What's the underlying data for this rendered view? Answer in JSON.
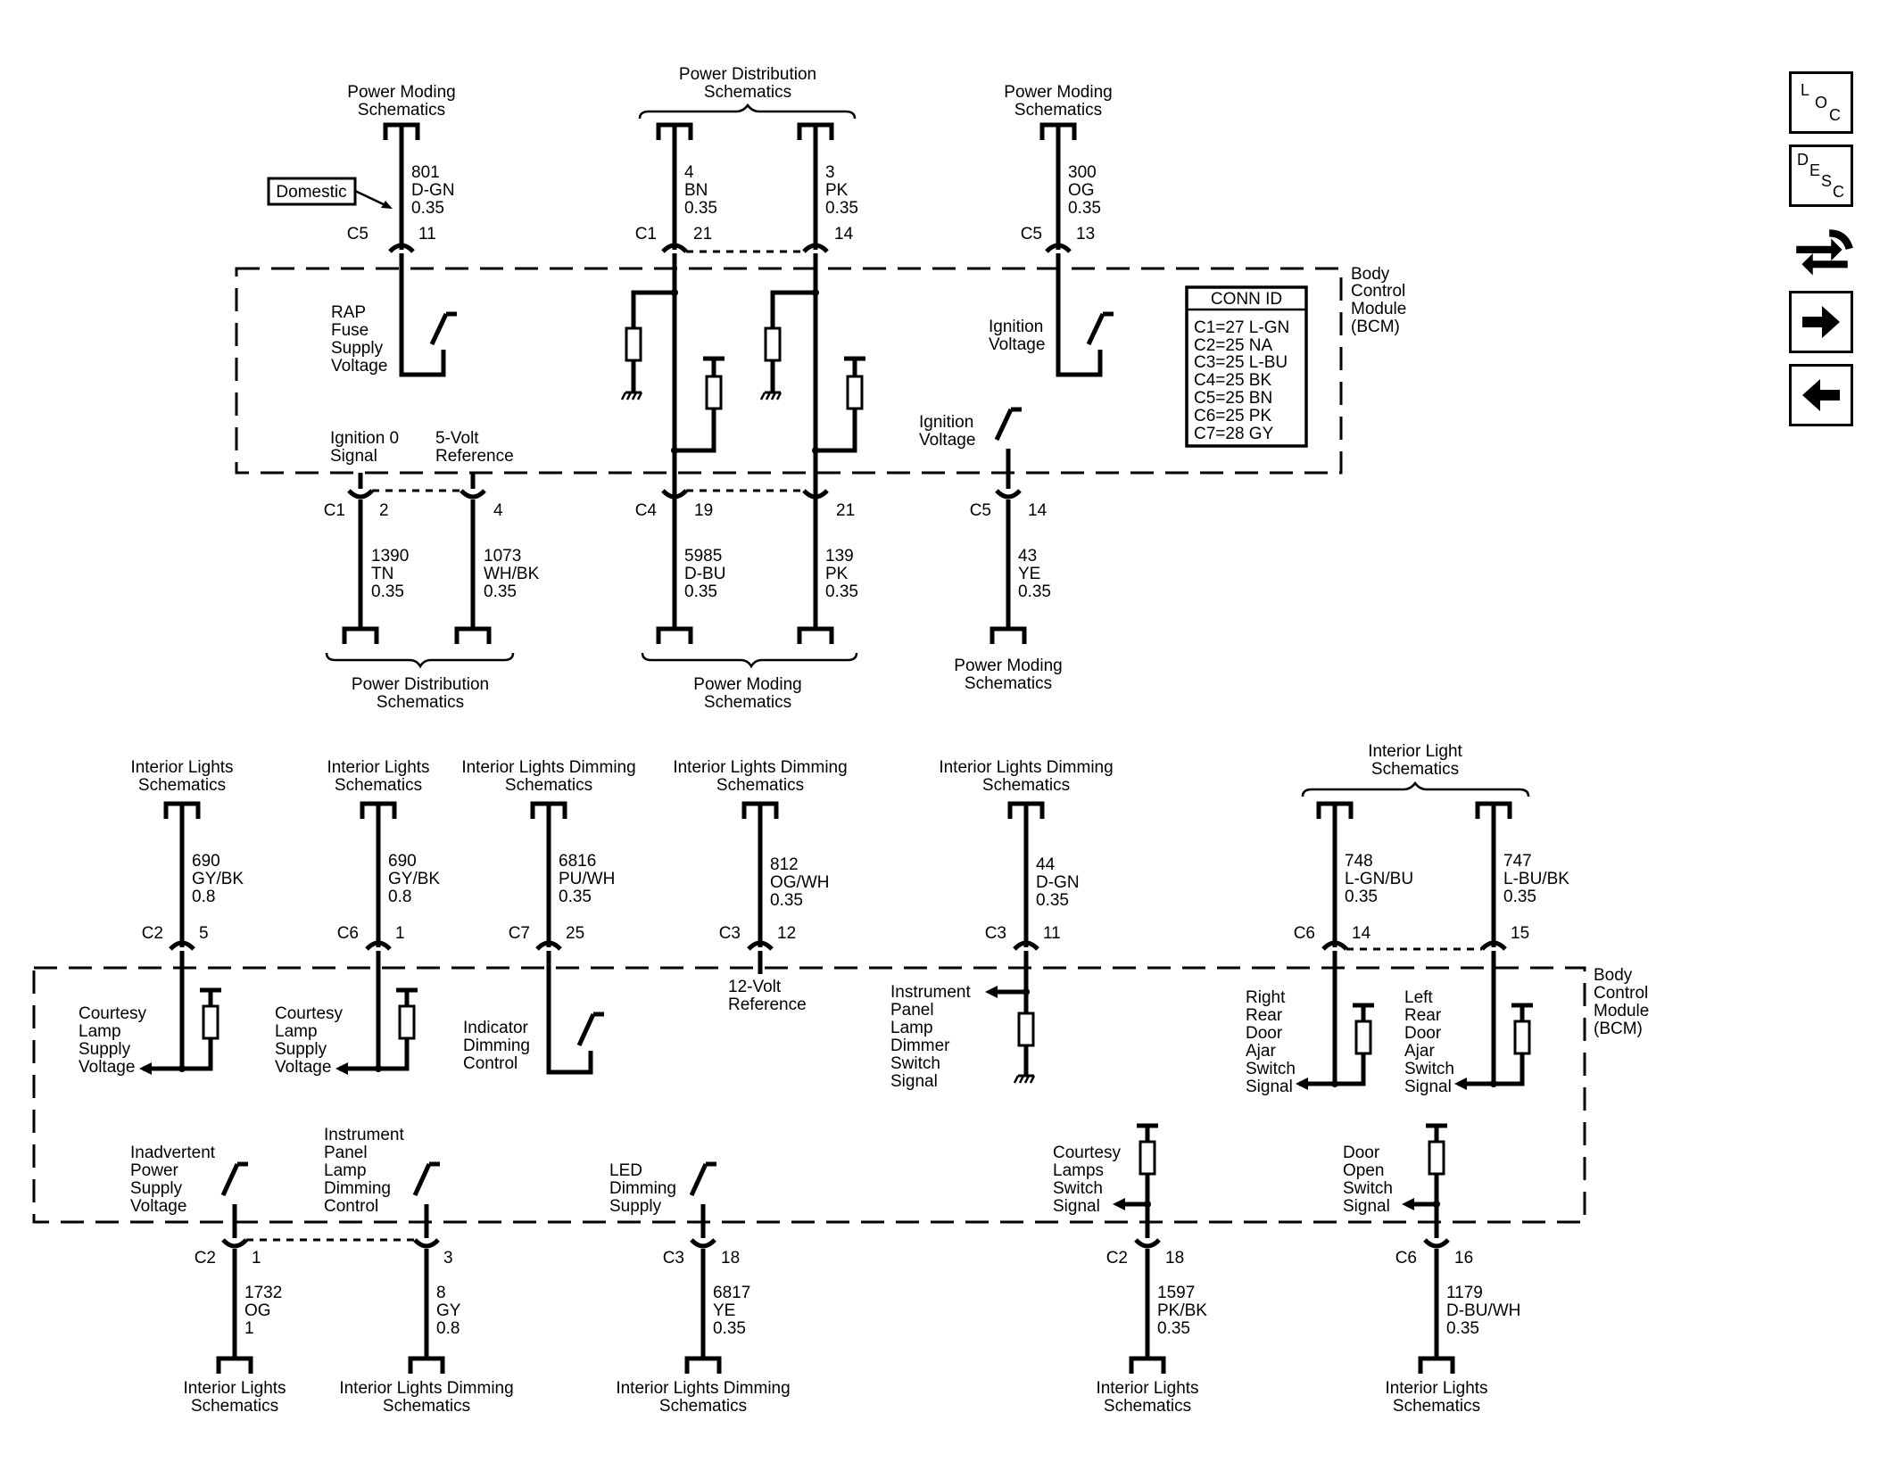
{
  "box_labels": {
    "top": [
      "Body",
      "Control",
      "Module",
      "(BCM)"
    ],
    "bottom": [
      "Body",
      "Control",
      "Module",
      "(BCM)"
    ]
  },
  "conn_id": {
    "title": "CONN ID",
    "rows": [
      "C1=27 L-GN",
      "C2=25 NA",
      "C3=25 L-BU",
      "C4=25 BK",
      "C5=25 BN",
      "C6=25 PK",
      "C7=28 GY"
    ]
  },
  "domestic_tag": "Domestic",
  "groups": [
    {
      "lines": [
        "Power Moding",
        "Schematics"
      ]
    },
    {
      "lines": [
        "Power Distribution",
        "Schematics"
      ]
    },
    {
      "lines": [
        "Power Moding",
        "Schematics"
      ]
    },
    {
      "lines": [
        "Power Distribution",
        "Schematics"
      ]
    },
    {
      "lines": [
        "Power Moding",
        "Schematics"
      ]
    },
    {
      "lines": [
        "Power Moding",
        "Schematics"
      ]
    },
    {
      "lines": [
        "Interior Lights",
        "Schematics"
      ]
    },
    {
      "lines": [
        "Interior Lights",
        "Schematics"
      ]
    },
    {
      "lines": [
        "Interior Lights Dimming",
        "Schematics"
      ]
    },
    {
      "lines": [
        "Interior Lights Dimming",
        "Schematics"
      ]
    },
    {
      "lines": [
        "Interior Lights Dimming",
        "Schematics"
      ]
    },
    {
      "lines": [
        "Interior Light",
        "Schematics"
      ]
    },
    {
      "lines": [
        "Interior Lights",
        "Schematics"
      ]
    },
    {
      "lines": [
        "Interior Lights Dimming",
        "Schematics"
      ]
    },
    {
      "lines": [
        "Interior Lights Dimming",
        "Schematics"
      ]
    },
    {
      "lines": [
        "Interior Lights",
        "Schematics"
      ]
    },
    {
      "lines": [
        "Interior Lights",
        "Schematics"
      ]
    }
  ],
  "circuits": [
    {
      "conn": "C5",
      "pin": "11",
      "wire": [
        "801",
        "D-GN",
        "0.35"
      ]
    },
    {
      "conn": "C1",
      "pin": "21",
      "wire": [
        "4",
        "BN",
        "0.35"
      ]
    },
    {
      "conn": "",
      "pin": "14",
      "wire": [
        "3",
        "PK",
        "0.35"
      ]
    },
    {
      "conn": "C5",
      "pin": "13",
      "wire": [
        "300",
        "OG",
        "0.35"
      ]
    },
    {
      "conn": "C1",
      "pin": "2",
      "wire": [
        "1390",
        "TN",
        "0.35"
      ]
    },
    {
      "conn": "",
      "pin": "4",
      "wire": [
        "1073",
        "WH/BK",
        "0.35"
      ]
    },
    {
      "conn": "C4",
      "pin": "19",
      "wire": [
        "5985",
        "D-BU",
        "0.35"
      ]
    },
    {
      "conn": "",
      "pin": "21",
      "wire": [
        "139",
        "PK",
        "0.35"
      ]
    },
    {
      "conn": "C5",
      "pin": "14",
      "wire": [
        "43",
        "YE",
        "0.35"
      ]
    },
    {
      "conn": "C2",
      "pin": "5",
      "wire": [
        "690",
        "GY/BK",
        "0.8"
      ]
    },
    {
      "conn": "C6",
      "pin": "1",
      "wire": [
        "690",
        "GY/BK",
        "0.8"
      ]
    },
    {
      "conn": "C7",
      "pin": "25",
      "wire": [
        "6816",
        "PU/WH",
        "0.35"
      ]
    },
    {
      "conn": "C3",
      "pin": "12",
      "wire": [
        "812",
        "OG/WH",
        "0.35"
      ]
    },
    {
      "conn": "C3",
      "pin": "11",
      "wire": [
        "44",
        "D-GN",
        "0.35"
      ]
    },
    {
      "conn": "C6",
      "pin": "14",
      "wire": [
        "748",
        "L-GN/BU",
        "0.35"
      ]
    },
    {
      "conn": "",
      "pin": "15",
      "wire": [
        "747",
        "L-BU/BK",
        "0.35"
      ]
    },
    {
      "conn": "C2",
      "pin": "1",
      "wire": [
        "1732",
        "OG",
        "1"
      ]
    },
    {
      "conn": "",
      "pin": "3",
      "wire": [
        "8",
        "GY",
        "0.8"
      ]
    },
    {
      "conn": "C3",
      "pin": "18",
      "wire": [
        "6817",
        "YE",
        "0.35"
      ]
    },
    {
      "conn": "C2",
      "pin": "18",
      "wire": [
        "1597",
        "PK/BK",
        "0.35"
      ]
    },
    {
      "conn": "C6",
      "pin": "16",
      "wire": [
        "1179",
        "D-BU/WH",
        "0.35"
      ]
    }
  ],
  "internal": [
    {
      "lines": [
        "RAP",
        "Fuse",
        "Supply",
        "Voltage"
      ]
    },
    {
      "lines": [
        "Ignition",
        "Voltage"
      ]
    },
    {
      "lines": [
        "Ignition 0",
        "Signal"
      ]
    },
    {
      "lines": [
        "5-Volt",
        "Reference"
      ]
    },
    {
      "lines": [
        "Ignition",
        "Voltage"
      ]
    },
    {
      "lines": [
        "Courtesy",
        "Lamp",
        "Supply",
        "Voltage"
      ]
    },
    {
      "lines": [
        "Courtesy",
        "Lamp",
        "Supply",
        "Voltage"
      ]
    },
    {
      "lines": [
        "Indicator",
        "Dimming",
        "Control"
      ]
    },
    {
      "lines": [
        "12-Volt",
        "Reference"
      ]
    },
    {
      "lines": [
        "Instrument",
        "Panel",
        "Lamp",
        "Dimmer",
        "Switch",
        "Signal"
      ]
    },
    {
      "lines": [
        "Right",
        "Rear",
        "Door",
        "Ajar",
        "Switch",
        "Signal"
      ]
    },
    {
      "lines": [
        "Left",
        "Rear",
        "Door",
        "Ajar",
        "Switch",
        "Signal"
      ]
    },
    {
      "lines": [
        "Inadvertent",
        "Power",
        "Supply",
        "Voltage"
      ]
    },
    {
      "lines": [
        "Instrument",
        "Panel",
        "Lamp",
        "Dimming",
        "Control"
      ]
    },
    {
      "lines": [
        "LED",
        "Dimming",
        "Supply"
      ]
    },
    {
      "lines": [
        "Courtesy",
        "Lamps",
        "Switch",
        "Signal"
      ]
    },
    {
      "lines": [
        "Door",
        "Open",
        "Switch",
        "Signal"
      ]
    }
  ],
  "side_icons": {
    "loc": [
      "L",
      "O",
      "C"
    ],
    "desc": [
      "D",
      "E",
      "S",
      "C"
    ],
    "names": [
      "loc-icon",
      "desc-icon",
      "connector-tool-icon",
      "forward-arrow-icon",
      "back-arrow-icon"
    ]
  }
}
